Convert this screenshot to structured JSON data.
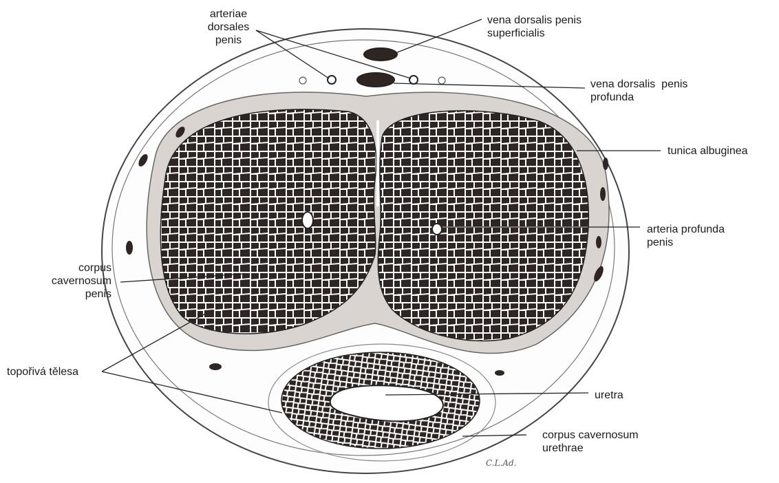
{
  "labels": {
    "arteriae_dorsales": [
      "arteriae",
      "dorsales",
      "penis"
    ],
    "vena_superficialis": [
      "vena dorsalis penis",
      "superficialis"
    ],
    "vena_profunda": [
      "vena dorsalis  penis",
      "profunda"
    ],
    "tunica": "tunica albuginea",
    "arteria_profunda": [
      "arteria profunda",
      "penis"
    ],
    "corpus_penis": [
      "corpus",
      "cavernosum",
      "penis"
    ],
    "toporiva": "topořivá tělesa",
    "uretra": "uretra",
    "corpus_urethrae": [
      "corpus cavernosum",
      "urethrae"
    ]
  },
  "signature": "C.L.Ad.",
  "colors": {
    "tissue": "#2f2522",
    "line": "#222222"
  }
}
